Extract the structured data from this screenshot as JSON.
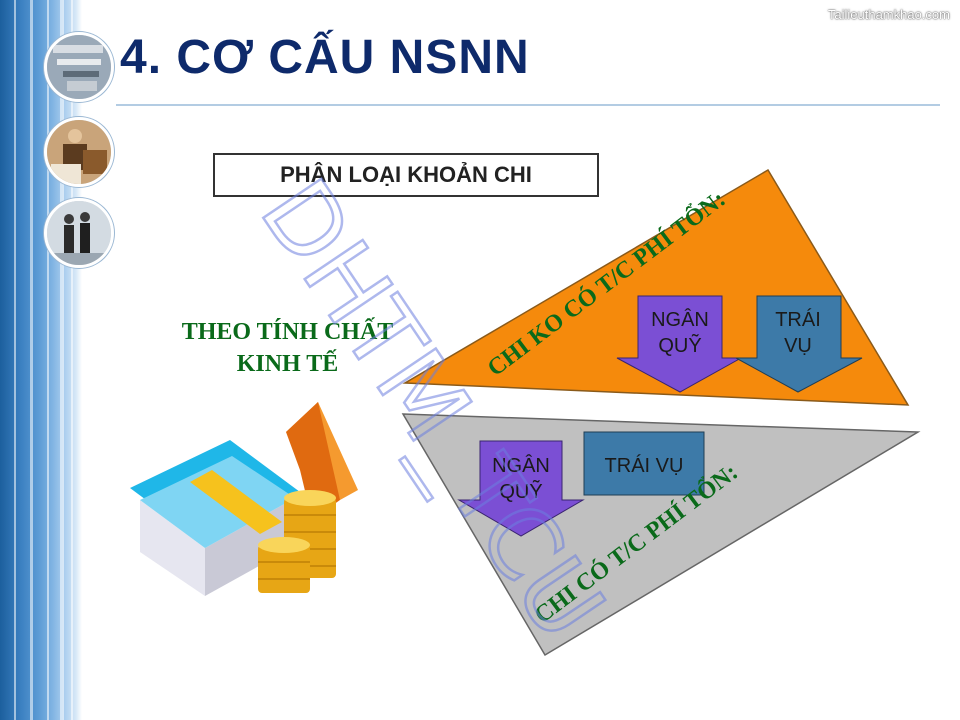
{
  "site_watermark": "Tailieuthamkhao.com",
  "title": "4. CƠ CẤU NSNN",
  "header_box": "PHÂN LOẠI KHOẢN CHI",
  "classification": {
    "line1": "THEO TÍNH CHẤT",
    "line2": "KINH TẾ"
  },
  "upper_triangle": {
    "label": "CHI KO CÓ T/C PHÍ TỔN:",
    "color": "#f58a0c",
    "items": [
      {
        "line1": "NGÂN",
        "line2": "QUỸ",
        "color": "#7b4fd4"
      },
      {
        "line1": "TRÁI",
        "line2": "VỤ",
        "color": "#3d7aa8"
      }
    ]
  },
  "lower_triangle": {
    "label": "CHI CÓ T/C PHÍ TỔN:",
    "color": "#c0c0c0",
    "items": [
      {
        "line1": "NGÂN",
        "line2": "QUỸ",
        "color": "#7b4fd4"
      },
      {
        "line1": "TRÁI VỤ",
        "color": "#3d7aa8"
      }
    ]
  },
  "watermark": "DHTM_TCU",
  "colors": {
    "title": "#0e2a6b",
    "green_text": "#0a6a1a"
  },
  "icons": [
    "business-photo-icon",
    "meeting-photo-icon",
    "people-walking-photo-icon",
    "money-growth-icon"
  ]
}
